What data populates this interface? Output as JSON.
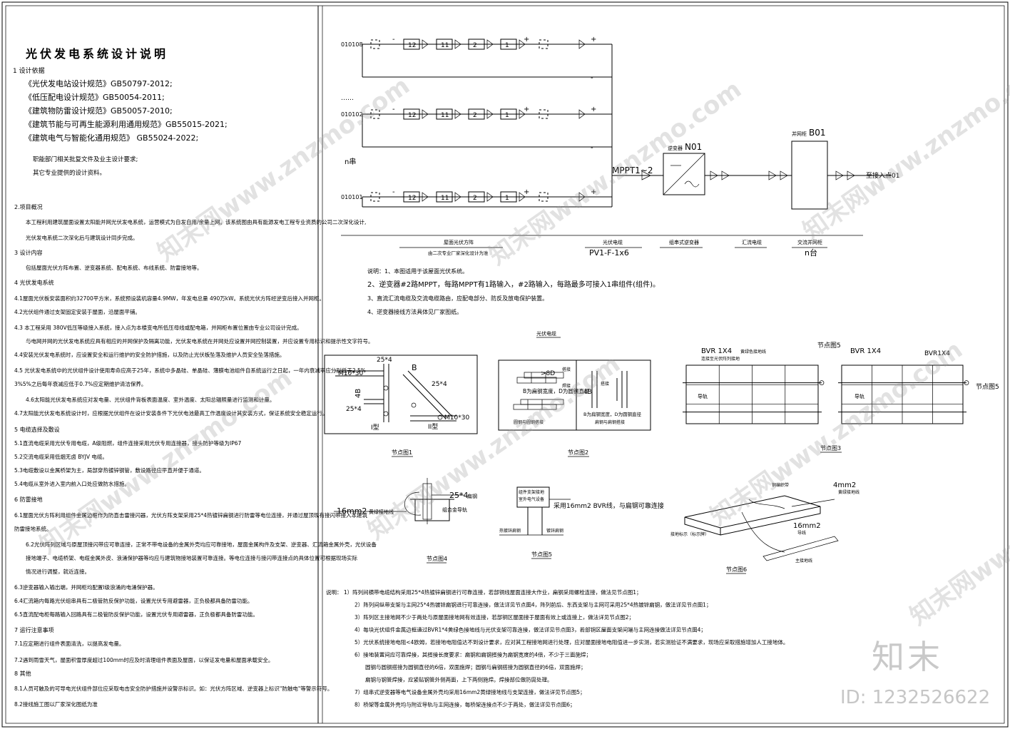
{
  "left": {
    "title": "光伏发电系统设计说明",
    "lines": [
      "1   设计依据",
      "《光伏发电站设计规范》GB50797-2012;",
      "《低压配电设计规范》GB50054-2011;",
      "《建筑物防雷设计规范》GB50057-2010;",
      "《建筑节能与可再生能源利用通用规范》GB55015-2021;",
      "《建筑电气与智能化通用规范》 GB55024-2022;",
      "职能部门相关批复文件及业主设计要求;",
      "其它专业提供的设计资料。",
      "2.项目概况",
      "本工程利用建筑屋面设置太阳能并网光伏发电系统，运营模式为自发自用/余量上网。该系统图由具有能源发电工程专业资质的公司二次深化设计,",
      "光伏发电系统二次深化后与建筑设计同步完成。",
      "3 设计内容",
      "包括屋面光伏方阵布置、逆变器系统、配电系统、布线系统、防雷接地等。",
      "4 光伏发电系统",
      "4.1屋面光伏板安装面积约32700平方米，系统预设装机容量4.9MW，年发电总量 490万kW。系统光伏方阵经逆变后接入并网柜。",
      "4.2光伏组件通过支架固定安装于屋面，沿屋面平铺。",
      "4.3  本工程采用  380V低压等级接入系统，接入点为本楼变电所低压母线或配电箱，并网柜布置位置由专业公司设计完成。",
      "与电网并网的光伏发电系统应具有相应的并网保护及隔离功能，光伏发电系统在并网处应设置并网控制装置，并应设置专用标识和提示性文字符号。",
      "4.4安装光伏发电系统时，应设置安全和运行维护的安全防护措施，以及防止光伏板坠落及维护人员安全坠落措施。",
      "4.5  光伏发电系统中的光伏组件设计使用寿命应高于25年，系统中多晶硅、单晶硅、薄膜电池组件自系统运行之日起，一年内衰减率应分别低于2.5%",
      "3%5%之后每年衰减应低于0.7%应定期维护清洁保养。",
      "4.6太阳能光伏发电系统应对发电量、光伏组件背板表面温度、室外温度、太阳总辐照量进行监测和计量。",
      "4.7太阳能光伏发电系统设计时，应根据光伏组件在设计安装条件下光伏电池最高工作温度设计其安装方式，保证系统安全稳定运行。",
      "5 电缆选择及敷设",
      "5.1直流电缆采用光伏专用电缆，A级阻燃，组件连接采用光伏专用连接器，接头防护等级为IP67",
      "5.2交流电缆采用低烟无卤 BYJV 电缆。",
      "5.3电缆敷设以金属桥架为主，局部穿热镀锌钢管，敷设路径应平直并便于通道。",
      "5.4电缆从室外进入室内前入口处应做防水措施。",
      "6 防雷接地",
      "6.1屋面光伏方阵利用组件金属边框作为防直击雷接闪器，光伏方阵支架采用25*4热镀锌扁钢进行防雷等电位连接，并通过屋顶现有接闪带接入本建筑",
      "防雷接地系统。",
      "6.2光伏阵列区域与原屋顶接闪带应可靠连接，正常不带电设备的金属外壳均应可靠接地，屋面金属构件及支架、逆变器、汇流箱金属外壳，光伏设备",
      "接地端子、电缆桥架、电缆金属外皮、浪涌保护器等均应与建筑物接地装置可靠连接。等电位连接与接闪带连接点的具体位置可根据现场实际",
      "情况进行调整，就近连接。",
      "6.3逆变器输入输出端，并网柜均配置I级浪涌的电涌保护器。",
      "6.4汇流箱内每路光伏组串具有二极管防反保护功能，设置光伏专用避雷器，正负极都具备防雷功能。",
      "6.5直流配电柜每路输入回路具有二极管防反保护功能，设置光伏专用避雷器，正负极都具备防雷功能。",
      "7 运行注意事项",
      "7.1应定期进行组件表面清洗，以提高发电量。",
      "7.2遇到雨雪天气，屋面积雪厚度超过100mm时应及时清理组件表面及屋面，以保证发电量和屋面承载安全。",
      "8 其他",
      "8.1人员可触及的可导电光伏组件部位应采取电击安全防护措施并设警示标识。如：光伏方阵区域、逆变器上标识\"防触电\"等警示符号。",
      "8.2接线施工图以厂家深化图纸为准"
    ]
  },
  "system": {
    "string_labels": [
      "010108",
      "010102",
      "010101"
    ],
    "ellipsis": "……",
    "n_label": "n串",
    "modules": [
      "12",
      "11",
      "2",
      "1"
    ],
    "plus": "+",
    "minus": "-",
    "mppt": "MPPT1~2",
    "inverter_title": "逆变器",
    "inverter_code": "N01",
    "grid_title": "并网柜",
    "grid_code": "B01",
    "dest": "至接入点01",
    "legend": [
      "屋面光伏方阵",
      "光伏电缆",
      "组串式逆变器",
      "汇流电缆",
      "交流并网柜"
    ],
    "legend_sub": [
      "由二次专业厂家深化设计为准",
      "PV1-F-1x6",
      "",
      "",
      "n台"
    ],
    "notes": [
      "说明：1、本图适用于该屋面光伏系统。",
      "2、逆变器#2路MPPT，每路MPPT有1路输入，#2路输入，每路最多可接入1串组件(组件)。",
      "3、直流汇流电缆及交流电缆路由，应配电部分、防反及放电保护装置。",
      "4、逆变器接线方法具体见厂家图纸。"
    ],
    "detail_title": "光伏电缆"
  },
  "details": {
    "d1": {
      "caption": "节点图1",
      "labels": [
        "25*4",
        "M10*30",
        "B",
        "4B",
        "25*4",
        "I型",
        "25*4",
        "M10*30",
        "II型"
      ]
    },
    "d2": {
      "caption": "节点图2",
      "labels": [
        ">8D",
        "B为扁钢宽度，D为圆钢直径",
        "搭接",
        "焊接",
        "4B",
        "搭接",
        "B为扁钢宽度，D为圆钢直径",
        "圆钢与圆钢搭接",
        "扁钢与扁钢搭接"
      ]
    },
    "d3": {
      "caption": "节点图3",
      "labels": [
        "BVR  1X4",
        "黄绿色接地线",
        "节点图5",
        "连接至光伏阵列接地",
        "导轨",
        "BVR  1X4",
        "BVR1X4",
        "节点图5",
        "导轨"
      ]
    },
    "d4": {
      "caption": "节点图4",
      "labels": [
        "25*4",
        "扁钢",
        "16mm2",
        "黄绿接地线",
        "组合金导轨"
      ]
    },
    "d5": {
      "caption": "节点图5",
      "labels": [
        "组件支架接地",
        "室外电气设备",
        "采用16mm2 BVR线，与扁钢可靠连接",
        "热镀锌扁钢",
        "镀锌扁钢"
      ]
    },
    "d6": {
      "caption": "节点图6",
      "labels": [
        "4mm2",
        "黄绿接地线",
        "铜编织带",
        "16mm2",
        "导线",
        "接地标示（标示牌）",
        "主接地线"
      ]
    }
  },
  "bottom_notes": [
    "说明： 1）阵列间横带电缆结构采用25*4热镀锌扁钢进行可靠连接，若部铜线屋面连接大作业，扁钢采用螺栓连接，做法见节点图1；",
    "2）阵列间纵带支架与主网25*4热镀锌扁钢进行可靠连接，做法详见节点图4，阵列前后、东西支架与主网可采用25*4热镀锌扁钢，做法详见节点图1；",
    "3）阵列区主接地网不少于两处与原屋面接地网有效连接，若部铜区屋面接于屋面有效上或连接上，做法详见节点图2；",
    "4）每块光伏组件金属边框通过BVR1*4黄绿色接地线与光伏支架可靠连接，做法详见节点图3，若部铜区屋面支架间端与主网连接做法详见节点图4；",
    "5）光伏系统接地电阻<4欧姆，若接地电阻值达不到设计要求，应对其工程接地网进行处理，应对屋面接地电阻值进一步实测，若实测验证不满要求，现场应采取措施增加人工接地体。",
    "6）接地装置间应可靠焊接，其搭接长度要求：扁钢和扁钢搭接为扁钢宽度的4倍，不少于三面施焊；",
    "圆钢与圆钢搭接为圆钢直径的6倍，双面施焊；圆钢与扁钢搭接为圆钢直径的6倍，双面施焊；",
    "扁钢与钢管焊接，应紧贴钢管外侧两面，上下两侧施焊。焊接部位做防腐处理。",
    "7）组串式逆变器等电气设备金属外壳均采用16mm2黄绿接地线与支架连接，做法详见节点图5；",
    "8）桥架等金属外壳均与附近导轨与主网连接，每桥架连接点不少于两处，做法详见节点图6；"
  ],
  "watermark": {
    "text": "知末网www.znzmo.com",
    "logo": "知末",
    "id": "ID: 1232526622"
  }
}
